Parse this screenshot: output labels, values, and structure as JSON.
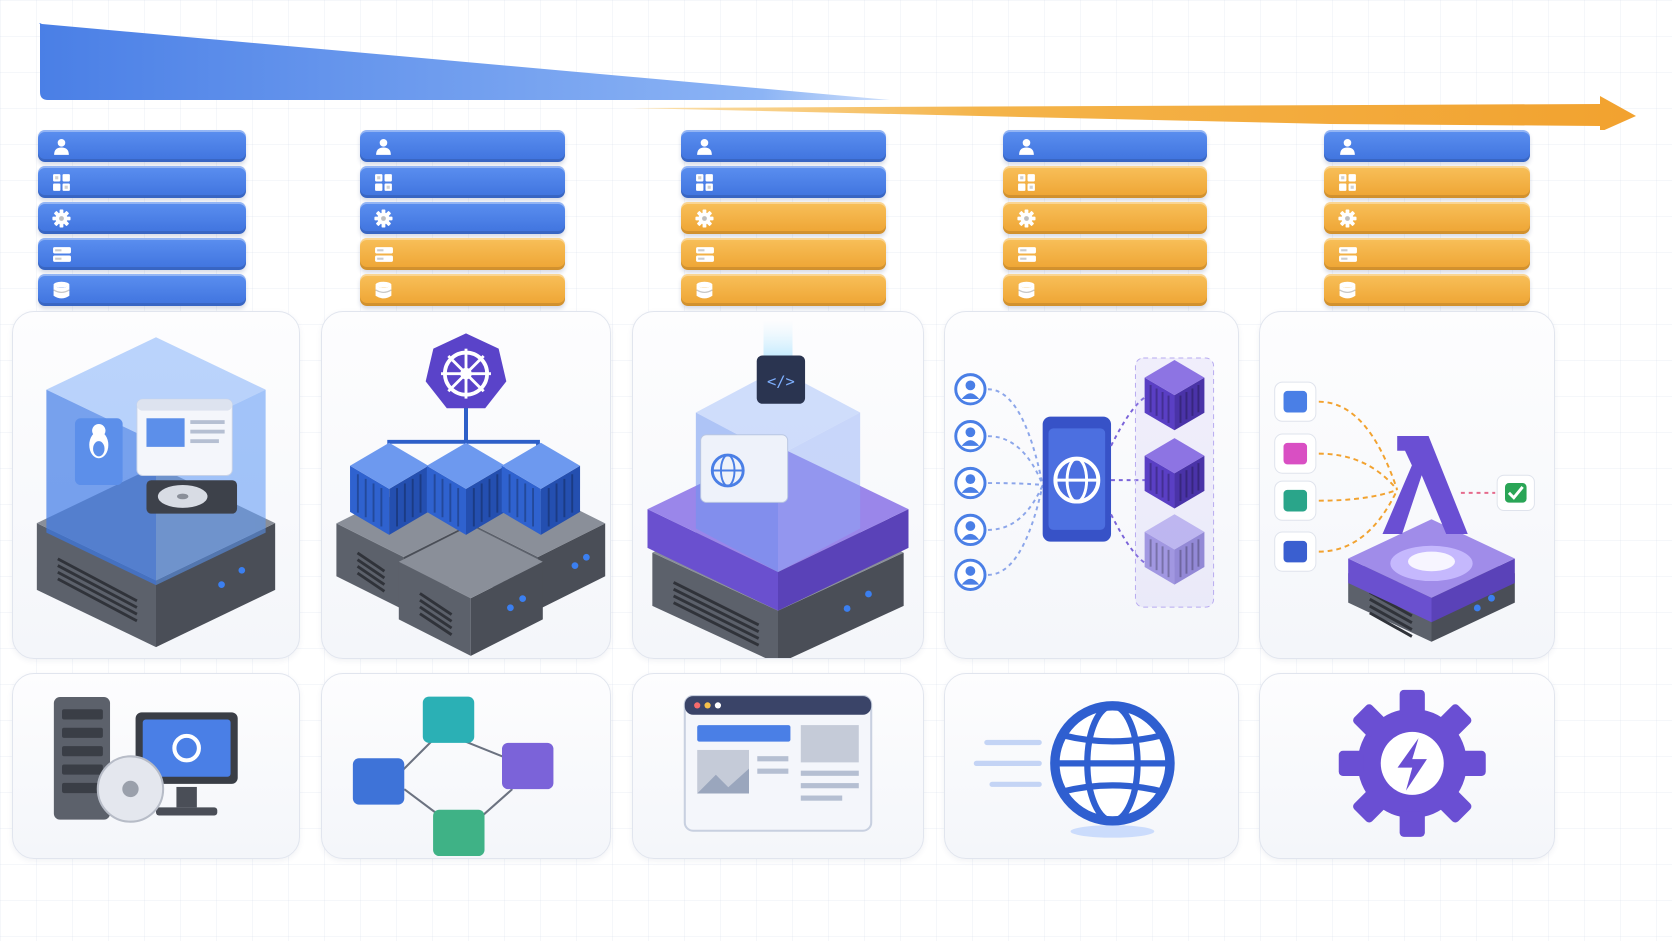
{
  "colors": {
    "managed_by_you": "#4a7fe6",
    "managed_by_provider": "#f2ad3d",
    "accent_purple": "#7b63d9",
    "server_gray": "#6b6f79"
  },
  "layers": [
    {
      "icon": "user-icon"
    },
    {
      "icon": "apps-grid-icon"
    },
    {
      "icon": "gear-icon"
    },
    {
      "icon": "server-rack-icon"
    },
    {
      "icon": "database-icon"
    }
  ],
  "columns": [
    {
      "stack": [
        "managed",
        "managed",
        "managed",
        "managed",
        "managed"
      ],
      "illustration": "virtual-machine",
      "icon": "server-monitor-disc-icon"
    },
    {
      "stack": [
        "managed",
        "managed",
        "managed",
        "provider",
        "provider"
      ],
      "illustration": "kubernetes-cluster",
      "icon": "connected-cubes-icon"
    },
    {
      "stack": [
        "managed",
        "managed",
        "provider",
        "provider",
        "provider"
      ],
      "illustration": "platform-container",
      "icon": "browser-window-icon"
    },
    {
      "stack": [
        "managed",
        "provider",
        "provider",
        "provider",
        "provider"
      ],
      "illustration": "users-scaling-containers",
      "icon": "globe-speed-icon"
    },
    {
      "stack": [
        "managed",
        "provider",
        "provider",
        "provider",
        "provider"
      ],
      "illustration": "lambda-event-triggers",
      "icon": "lightning-gear-icon"
    }
  ]
}
